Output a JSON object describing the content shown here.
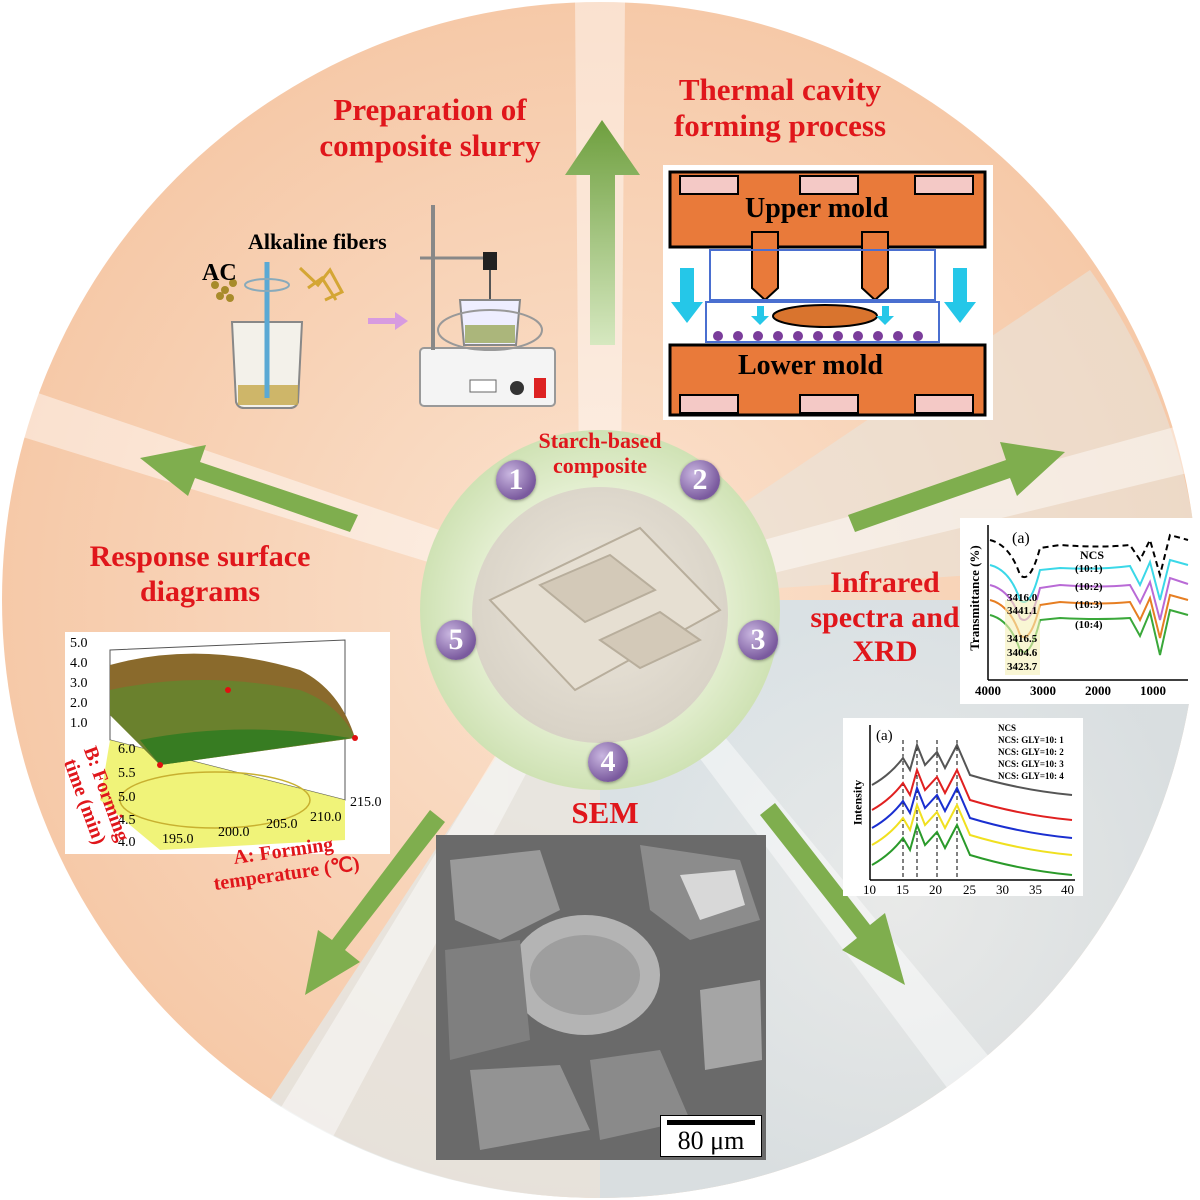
{
  "center": {
    "title_line1": "Starch-based",
    "title_line2": "composite",
    "numbers": [
      "1",
      "2",
      "3",
      "4",
      "5"
    ]
  },
  "section1": {
    "title_line1": "Preparation of",
    "title_line2": "composite slurry",
    "label_ac": "AC",
    "label_fibers": "Alkaline fibers"
  },
  "section2": {
    "title_line1": "Thermal cavity",
    "title_line2": "forming process",
    "upper_mold": "Upper mold",
    "lower_mold": "Lower mold"
  },
  "section3": {
    "title_line1": "Infrared",
    "title_line2": "spectra and",
    "title_line3": "XRD"
  },
  "section4": {
    "title": "SEM",
    "scale": "80 μm"
  },
  "section5": {
    "title_line1": "Response surface",
    "title_line2": "diagrams"
  },
  "colors": {
    "title_red": "#e0161b",
    "mold_orange": "#e97a3a",
    "arrow_green": "#7fae4e"
  },
  "chart_data": [
    {
      "type": "line",
      "panel_label": "(a)",
      "ylabel": "Transmittance (%)",
      "x_ticks": [
        "4000",
        "3000",
        "2000",
        "1000"
      ],
      "series": [
        {
          "name": "NCS"
        },
        {
          "name": "(10:1)"
        },
        {
          "name": "(10:2)"
        },
        {
          "name": "(10:3)"
        },
        {
          "name": "(10:4)"
        }
      ],
      "annotations": [
        "3416.0",
        "3441.1",
        "3416.5",
        "3404.6",
        "3423.7"
      ]
    },
    {
      "type": "line",
      "panel_label": "(a)",
      "ylabel": "Intensity",
      "x_ticks": [
        "10",
        "15",
        "20",
        "25",
        "30",
        "35",
        "40"
      ],
      "series": [
        {
          "name": "NCS"
        },
        {
          "name": "NCS: GLY=10: 1"
        },
        {
          "name": "NCS: GLY=10: 2"
        },
        {
          "name": "NCS: GLY=10: 3"
        },
        {
          "name": "NCS: GLY=10: 4"
        }
      ]
    },
    {
      "type": "surface",
      "z_ticks": [
        "5.0",
        "4.0",
        "3.0",
        "2.0",
        "1.0"
      ],
      "y_ticks": [
        "6.0",
        "5.5",
        "5.0",
        "4.5",
        "4.0"
      ],
      "x_ticks": [
        "195.0",
        "200.0",
        "205.0",
        "210.0",
        "215.0"
      ],
      "ylabel_line1": "B: Forming",
      "ylabel_line2": "time (min)",
      "xlabel_line1": "A: Forming",
      "xlabel_line2": "temperature (℃)"
    }
  ]
}
